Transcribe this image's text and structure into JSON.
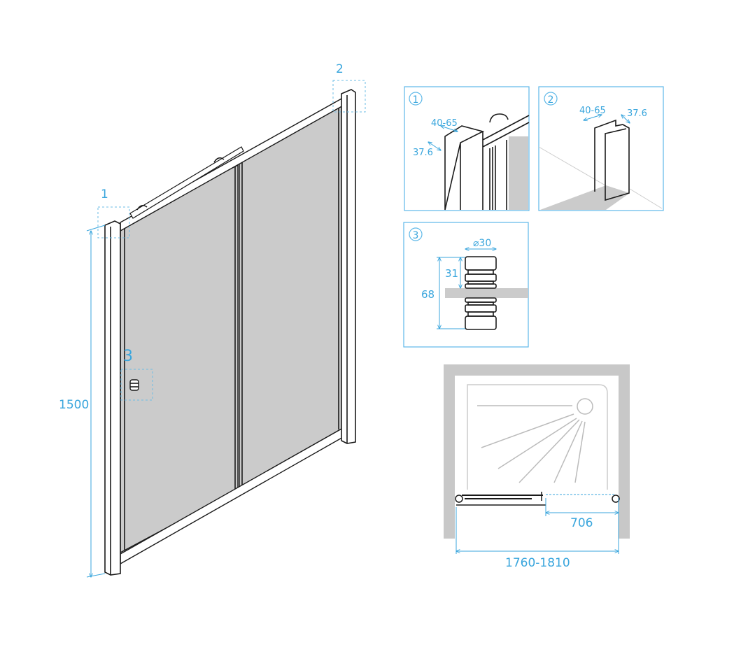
{
  "main_view": {
    "height_dim": "1500",
    "callouts": [
      "1",
      "2",
      "3"
    ]
  },
  "detail_1": {
    "number": "1",
    "width_dim": "40-65",
    "depth_dim": "37.6"
  },
  "detail_2": {
    "number": "2",
    "width_dim": "40-65",
    "depth_dim": "37.6"
  },
  "detail_3": {
    "number": "3",
    "diameter_dim": "⌀30",
    "upper_dim": "31",
    "total_dim": "68"
  },
  "plan_view": {
    "door_dim": "706",
    "width_dim": "1760-1810"
  },
  "colors": {
    "dimension": "#3aa6dd",
    "glass": "#cbcbcb",
    "wall": "#c8c8c8"
  }
}
